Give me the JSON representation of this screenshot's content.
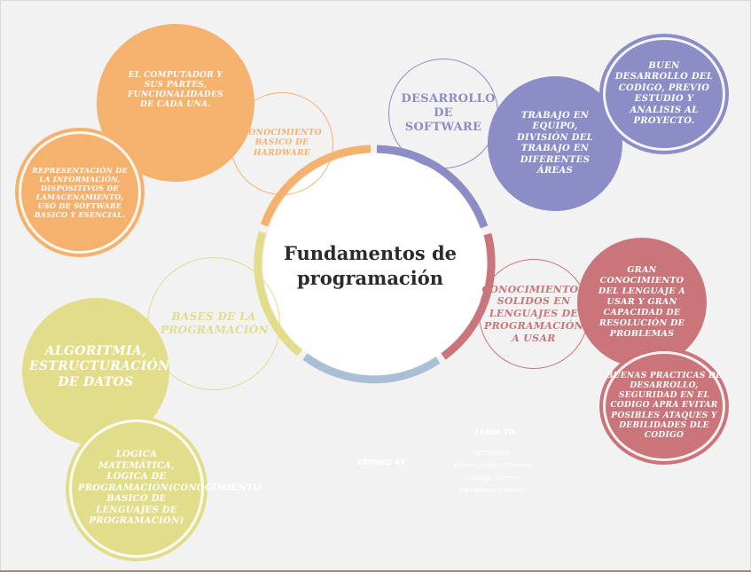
{
  "title": "Fundamentos de programación",
  "colors": {
    "orange": "#f5b26f",
    "purple": "#8c8cc6",
    "red": "#c9757a",
    "yellow": "#e2dd8a",
    "blue": "#a9bfd6"
  },
  "branches": {
    "hardware": {
      "label": "Conocimiento basico de hardware",
      "details": [
        "El computador y sus partes, funcionalidades de cada una.",
        "Representación de la información, dispositivos de lamacenamiento, uso de software basico y esencial."
      ]
    },
    "software": {
      "label": "Desarrollo de software",
      "details": [
        "Trabajo en equipo, división del trabajo en diferentes áreas",
        "Buen desarrollo del codigo, previo estudio y analisis al proyecto."
      ]
    },
    "languages": {
      "label": "Conocimientos solidos en lenguajes de programación a usar",
      "details": [
        "Gran conocimiento del lenguaje a usar y gran capacidad de resolución de problemas",
        "Buenas practicas de desarrollo, seguridad en el codigo apra evitar posibles ataques y debilidades dle codigo"
      ]
    },
    "bases": {
      "label": "Bases de la programación",
      "details": [
        "Algoritmia, estructuración de datos",
        "Logica matemática, logica de programación(conocimiento basico de lenguajes de programacion)"
      ]
    }
  },
  "template_remnants": {
    "leads_to": "LEADS TO",
    "defined_by": "DEFINED BY",
    "roles": [
      "QC Chemist",
      "Polymer Analyst Chemist",
      "Coatings Chemist",
      "Formulation Chemist"
    ]
  }
}
